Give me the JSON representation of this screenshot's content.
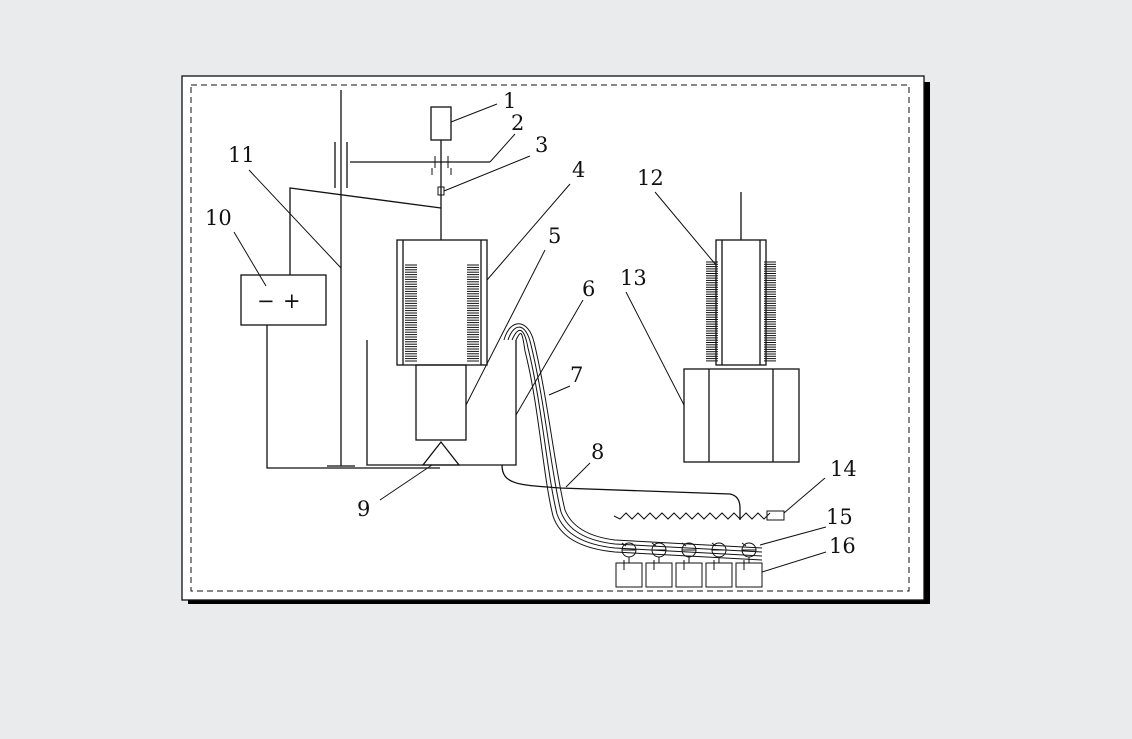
{
  "diagram": {
    "callouts": [
      {
        "id": "c1",
        "label": "1"
      },
      {
        "id": "c2",
        "label": "2"
      },
      {
        "id": "c3",
        "label": "3"
      },
      {
        "id": "c4",
        "label": "4"
      },
      {
        "id": "c5",
        "label": "5"
      },
      {
        "id": "c6",
        "label": "6"
      },
      {
        "id": "c7",
        "label": "7"
      },
      {
        "id": "c8",
        "label": "8"
      },
      {
        "id": "c9",
        "label": "9"
      },
      {
        "id": "c10",
        "label": "10"
      },
      {
        "id": "c11",
        "label": "11"
      },
      {
        "id": "c12",
        "label": "12"
      },
      {
        "id": "c13",
        "label": "13"
      },
      {
        "id": "c14",
        "label": "14"
      },
      {
        "id": "c15",
        "label": "15"
      },
      {
        "id": "c16",
        "label": "16"
      }
    ],
    "power_supply": {
      "minus": "−",
      "plus": "+"
    },
    "colors": {
      "line": "#111111",
      "page": "#ffffff",
      "background": "#eaebed",
      "shadow": "#000000"
    }
  }
}
